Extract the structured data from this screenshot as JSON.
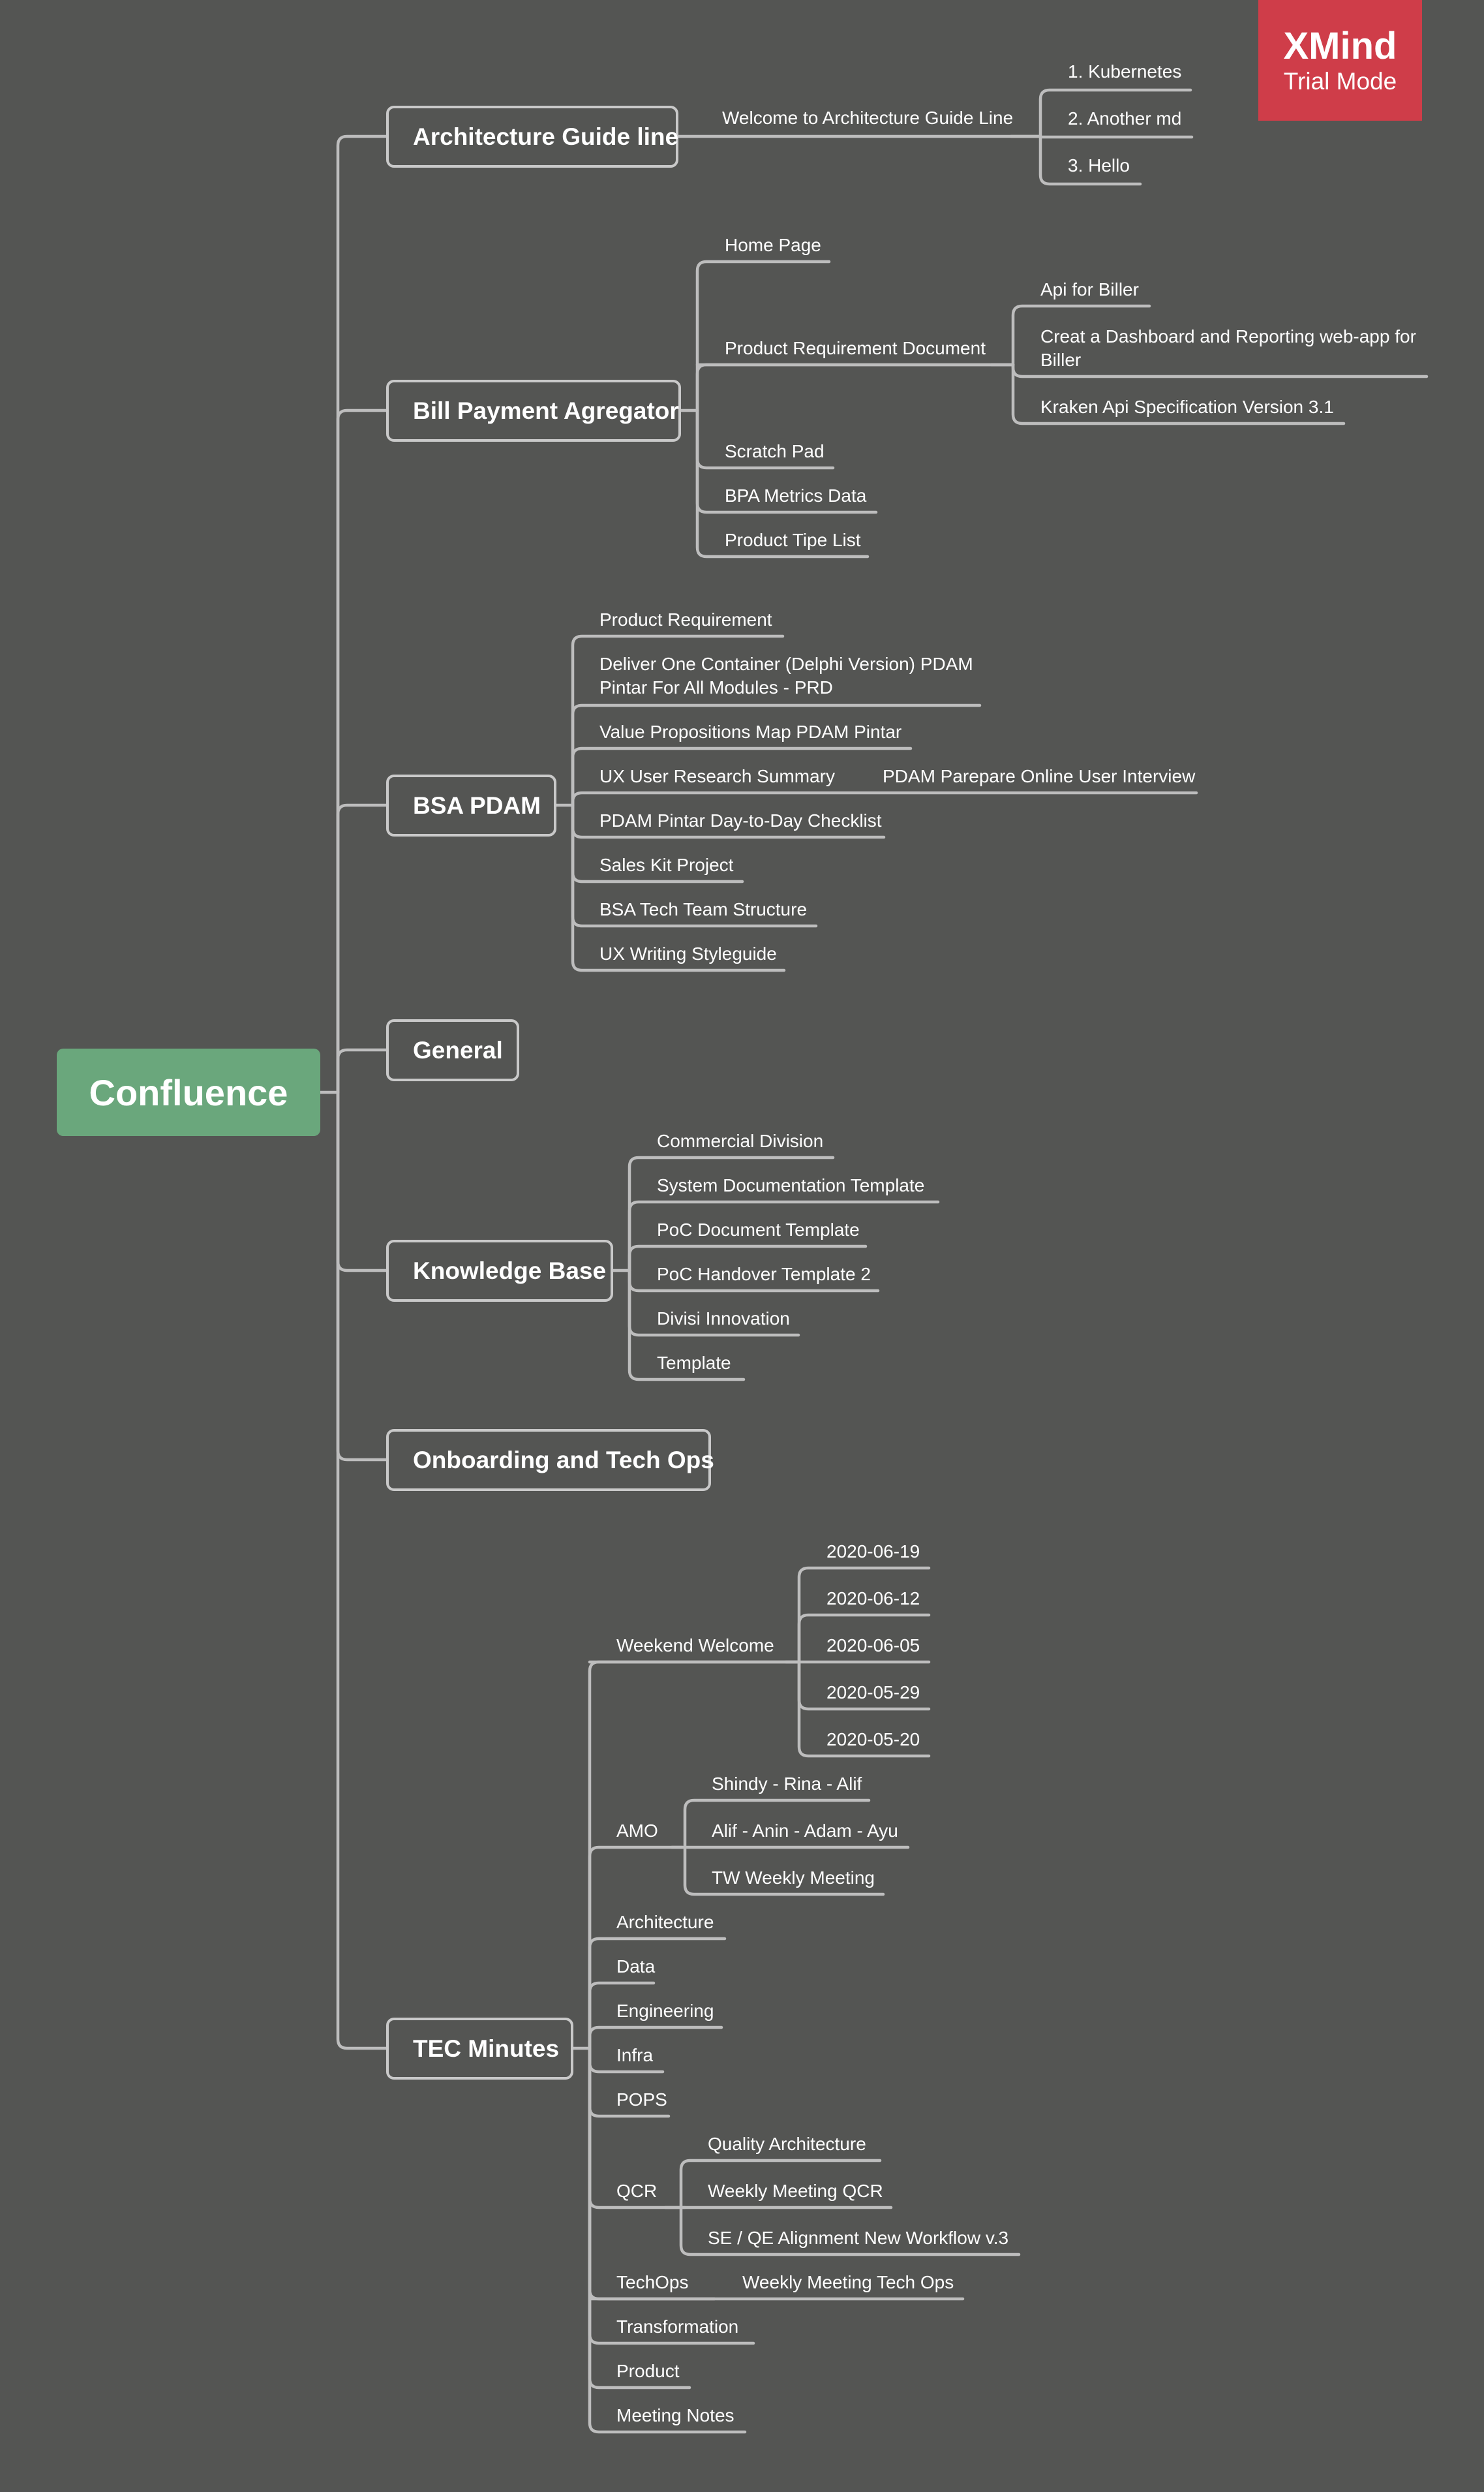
{
  "root": {
    "label": "Confluence"
  },
  "watermark": {
    "title": "XMind",
    "subtitle": "Trial Mode"
  },
  "colors": {
    "background": "#545553",
    "root": "#6aa77c",
    "watermark": "#cf3d49",
    "lines": "#bdbdbd"
  },
  "branches": [
    {
      "label": "Architecture Guide line",
      "children": [
        {
          "label": "Welcome to Architecture Guide Line",
          "children": [
            {
              "label": "1. Kubernetes"
            },
            {
              "label": "2. Another md"
            },
            {
              "label": "3. Hello"
            }
          ]
        }
      ]
    },
    {
      "label": "Bill Payment Agregator",
      "children": [
        {
          "label": "Home Page"
        },
        {
          "label": "Product Requirement Document",
          "children": [
            {
              "label": "Api for Biller"
            },
            {
              "label": "Creat a Dashboard and Reporting web-app for Biller"
            },
            {
              "label": "Kraken Api Specification Version 3.1"
            }
          ]
        },
        {
          "label": "Scratch Pad"
        },
        {
          "label": "BPA Metrics Data"
        },
        {
          "label": "Product Tipe List"
        }
      ]
    },
    {
      "label": "BSA PDAM",
      "children": [
        {
          "label": "Product  Requirement"
        },
        {
          "label": "Deliver One Container (Delphi Version) PDAM Pintar For All Modules - PRD"
        },
        {
          "label": "Value Propositions Map PDAM Pintar"
        },
        {
          "label": "UX User Research Summary",
          "children": [
            {
              "label": "PDAM Parepare Online User Interview"
            }
          ]
        },
        {
          "label": "PDAM Pintar Day-to-Day Checklist"
        },
        {
          "label": "Sales Kit Project"
        },
        {
          "label": "BSA Tech Team Structure"
        },
        {
          "label": "UX Writing Styleguide"
        }
      ]
    },
    {
      "label": "General"
    },
    {
      "label": "Knowledge Base",
      "children": [
        {
          "label": "Commercial Division"
        },
        {
          "label": "System Documentation Template"
        },
        {
          "label": "PoC Document Template"
        },
        {
          "label": "PoC Handover Template 2"
        },
        {
          "label": "Divisi Innovation"
        },
        {
          "label": "Template"
        }
      ]
    },
    {
      "label": "Onboarding and Tech Ops"
    },
    {
      "label": "TEC Minutes",
      "children": [
        {
          "label": "Weekend Welcome",
          "children": [
            {
              "label": "2020-06-19"
            },
            {
              "label": "2020-06-12"
            },
            {
              "label": "2020-06-05"
            },
            {
              "label": "2020-05-29"
            },
            {
              "label": "2020-05-20"
            }
          ]
        },
        {
          "label": "AMO",
          "children": [
            {
              "label": "Shindy - Rina - Alif"
            },
            {
              "label": "Alif - Anin - Adam - Ayu"
            },
            {
              "label": "TW Weekly Meeting"
            }
          ]
        },
        {
          "label": "Architecture"
        },
        {
          "label": "Data"
        },
        {
          "label": "Engineering"
        },
        {
          "label": "Infra"
        },
        {
          "label": "POPS"
        },
        {
          "label": "QCR",
          "children": [
            {
              "label": "Quality Architecture"
            },
            {
              "label": "Weekly Meeting QCR"
            },
            {
              "label": "SE / QE Alignment New Workflow v.3"
            }
          ]
        },
        {
          "label": "TechOps",
          "children": [
            {
              "label": "Weekly Meeting Tech Ops"
            }
          ]
        },
        {
          "label": "Transformation"
        },
        {
          "label": "Product"
        },
        {
          "label": "Meeting Notes"
        }
      ]
    }
  ]
}
